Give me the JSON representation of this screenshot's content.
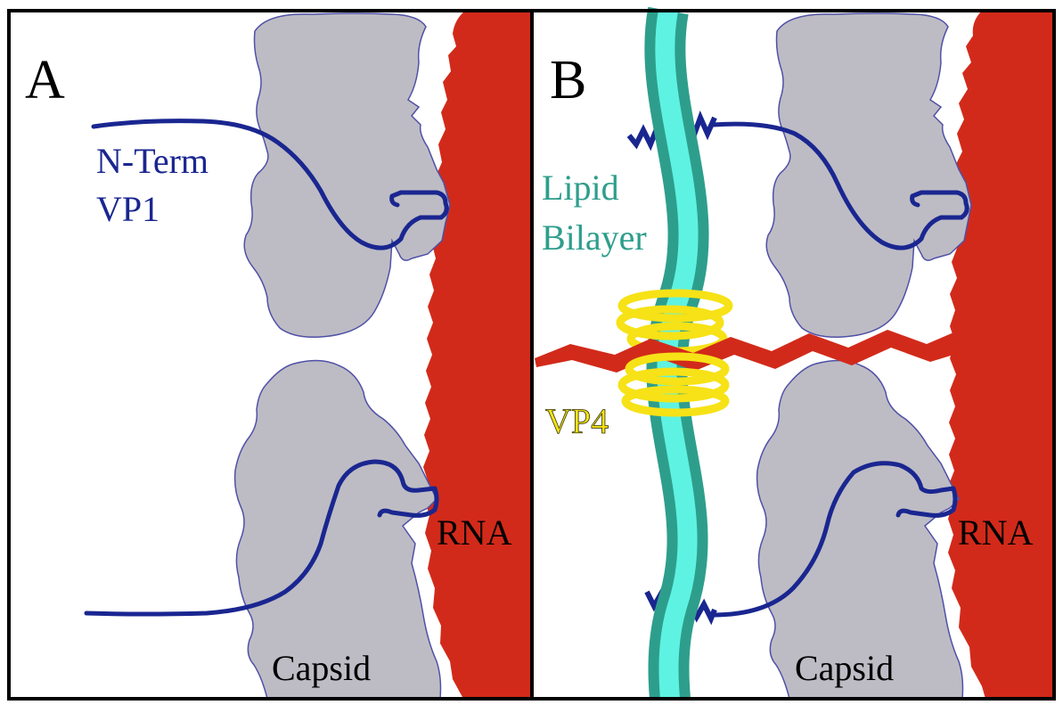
{
  "panels": {
    "a": {
      "letter": "A",
      "nterm_line1": "N-Term",
      "nterm_line2": "VP1",
      "rna": "RNA",
      "capsid": "Capsid"
    },
    "b": {
      "letter": "B",
      "lipid_line1": "Lipid",
      "lipid_line2": "Bilayer",
      "vp4": "VP4",
      "rna": "RNA",
      "capsid": "Capsid"
    }
  },
  "colors": {
    "capsid_fill": "#bdbcc4",
    "capsid_edge": "#5050a8",
    "rna": "#d22a1a",
    "vp1_chain": "#1a2690",
    "bilayer_outer": "#2e9e8c",
    "bilayer_inner": "#5ef2e2",
    "vp4": "#f6e216",
    "vp4_edge": "#333300",
    "frame": "#000000"
  }
}
